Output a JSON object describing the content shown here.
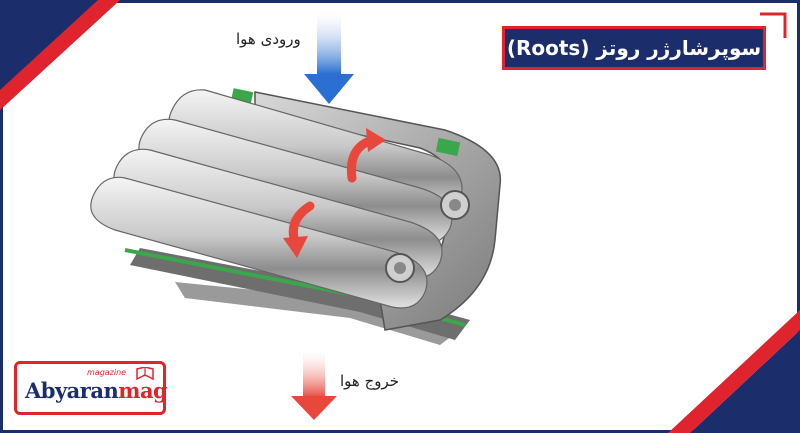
{
  "title": "سوپرشارژر روتز (Roots)",
  "labels": {
    "air_in": "ورودی هوا",
    "air_out": "خروج هوا"
  },
  "logo": {
    "name_main": "Abyaran",
    "name_accent": "mag",
    "tagline": "magazine"
  },
  "colors": {
    "navy": "#1b2d6b",
    "red": "#e0242e",
    "arrow_blue": "#2a6fd1",
    "arrow_red": "#e8473c",
    "seal_green": "#3aa84a"
  },
  "icons": [
    "inlet-arrow-icon",
    "outlet-arrow-icon",
    "rotation-arrow-icon",
    "book-logo-icon"
  ]
}
